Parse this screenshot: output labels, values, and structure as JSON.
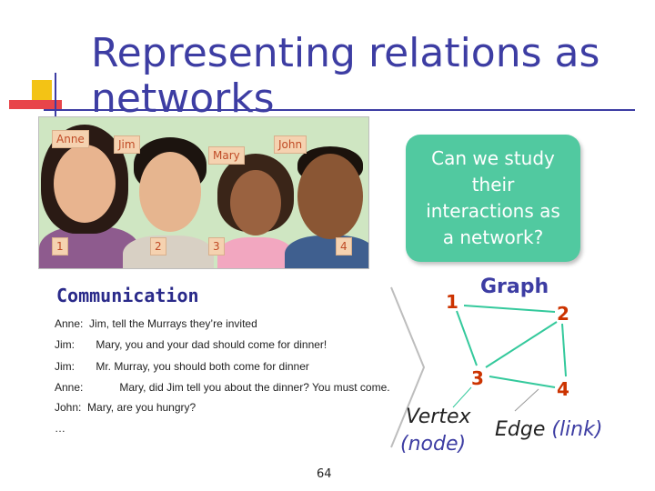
{
  "slide": {
    "title_line1": "Representing relations as",
    "title_line2": "networks",
    "page_number": "64"
  },
  "photo": {
    "labels": {
      "anne": "Anne",
      "jim": "Jim",
      "mary": "Mary",
      "john": "John"
    },
    "numbers": [
      "1",
      "2",
      "3",
      "4"
    ]
  },
  "callout": {
    "line1": "Can we study",
    "line2": "their",
    "line3": "interactions as",
    "line4": "a network?"
  },
  "communication": {
    "heading": "Communication",
    "lines": [
      {
        "speaker": "Anne:",
        "text": "Jim, tell the Murrays they’re invited"
      },
      {
        "speaker": "Jim:",
        "text": "Mary, you and your dad should come for dinner!"
      },
      {
        "speaker": "Jim:",
        "text": "Mr. Murray,  you should both come for dinner"
      },
      {
        "speaker": "Anne:",
        "text": "Mary, did Jim tell you about the dinner? You must come."
      },
      {
        "speaker": "John:",
        "text": "Mary, are you hungry?"
      }
    ],
    "ellipsis": "…"
  },
  "graph": {
    "label": "Graph",
    "nodes": [
      "1",
      "2",
      "3",
      "4"
    ],
    "edge_color": "#34c99c",
    "vertex_term": "Vertex",
    "vertex_paren": "(node)",
    "edge_term": "Edge",
    "edge_paren": "(link)"
  }
}
